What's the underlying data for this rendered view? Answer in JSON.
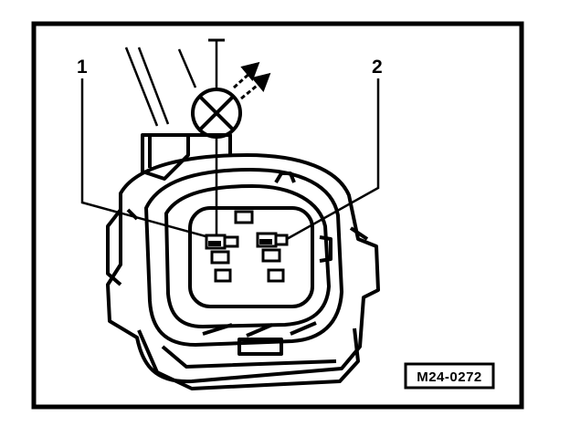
{
  "figure": {
    "callouts": [
      {
        "id": "1",
        "text": "1"
      },
      {
        "id": "2",
        "text": "2"
      }
    ],
    "reference_code": "M24-0272",
    "ink_color": "#000000",
    "paper_color": "#ffffff",
    "icons": [
      "test-lamp-icon",
      "light-rays-icon",
      "connector-housing"
    ]
  }
}
